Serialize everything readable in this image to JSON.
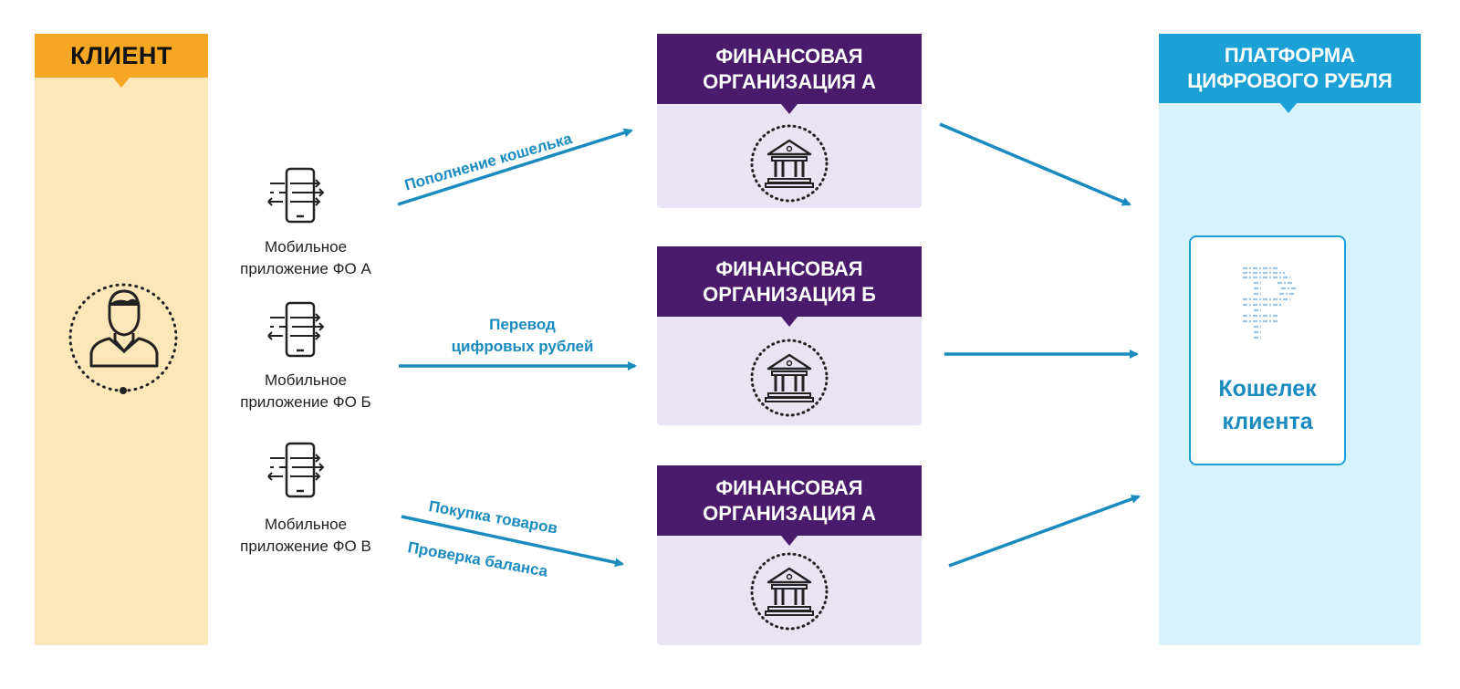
{
  "client": {
    "title": "КЛИЕНТ"
  },
  "apps": [
    {
      "label_line1": "Мобильное",
      "label_line2": "приложение ФО А"
    },
    {
      "label_line1": "Мобильное",
      "label_line2": "приложение ФО Б"
    },
    {
      "label_line1": "Мобильное",
      "label_line2": "приложение ФО В"
    }
  ],
  "operations": {
    "topup": "Пополнение кошелька",
    "transfer_line1": "Перевод",
    "transfer_line2": "цифровых рублей",
    "purchase": "Покупка товаров",
    "balance": "Проверка баланса"
  },
  "organizations": [
    {
      "line1": "ФИНАНСОВАЯ",
      "line2": "ОРГАНИЗАЦИЯ А"
    },
    {
      "line1": "ФИНАНСОВАЯ",
      "line2": "ОРГАНИЗАЦИЯ Б"
    },
    {
      "line1": "ФИНАНСОВАЯ",
      "line2": "ОРГАНИЗАЦИЯ А"
    }
  ],
  "platform": {
    "line1": "ПЛАТФОРМА",
    "line2": "ЦИФРОВОГО РУБЛЯ"
  },
  "wallet": {
    "line1": "Кошелек",
    "line2": "клиента"
  },
  "colors": {
    "client_header": "#f5a623",
    "client_panel": "#fde6b8",
    "fo_header": "#4a1a6b",
    "fo_panel": "#e9e3f4",
    "platform_header": "#1ba1d6",
    "platform_panel": "#d6f2fa",
    "arrow": "#1a8bbf"
  }
}
